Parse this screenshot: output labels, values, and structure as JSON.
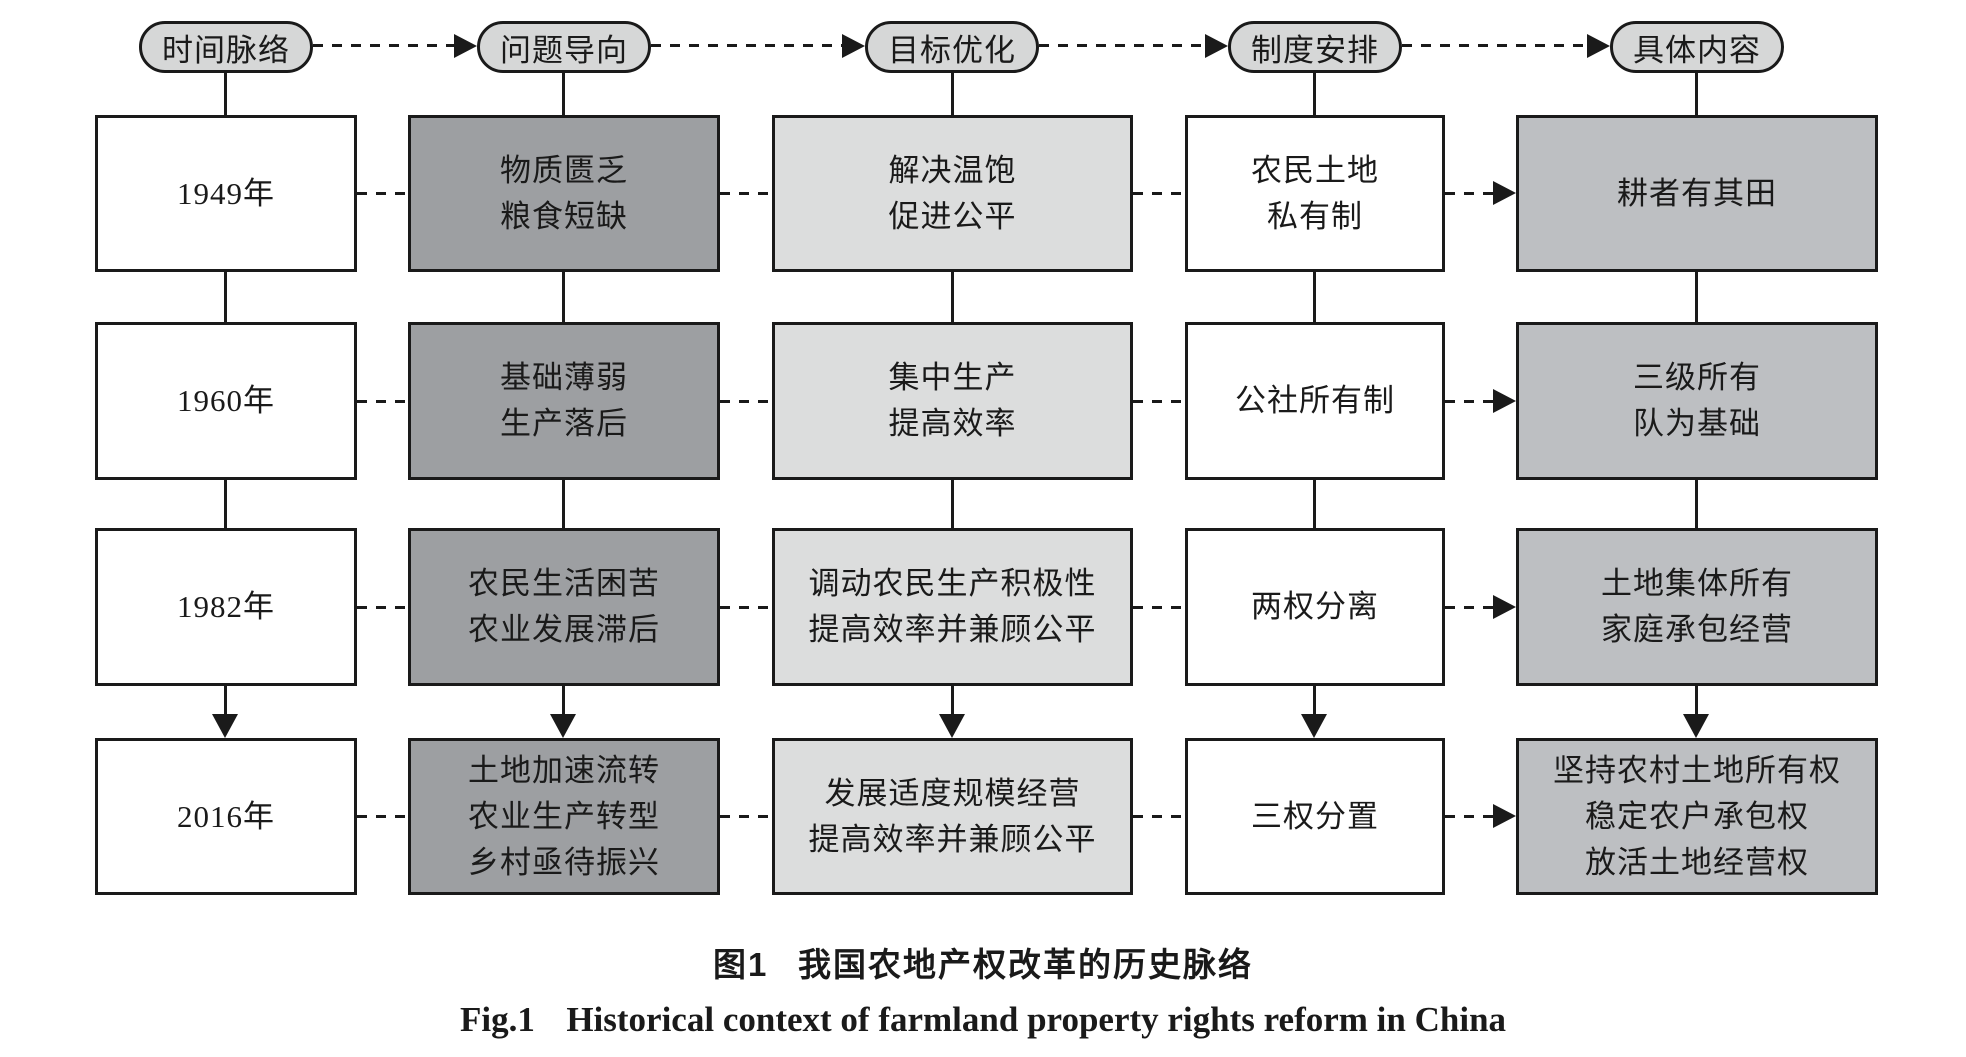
{
  "colors": {
    "line_color": "#1a1a1a",
    "pill_fill": "#d6d7d7",
    "problem_fill": "#9d9fa2",
    "goal_fill": "#dcdddd",
    "institution_fill": "#ffffff",
    "content_fill": "#bdbfc2"
  },
  "headers": [
    {
      "label": "时间脉络"
    },
    {
      "label": "问题导向"
    },
    {
      "label": "目标优化"
    },
    {
      "label": "制度安排"
    },
    {
      "label": "具体内容"
    }
  ],
  "rows": [
    {
      "year": "1949年",
      "problem": "物质匮乏\n粮食短缺",
      "goal": "解决温饱\n促进公平",
      "institution": "农民土地\n私有制",
      "content": "耕者有其田"
    },
    {
      "year": "1960年",
      "problem": "基础薄弱\n生产落后",
      "goal": "集中生产\n提高效率",
      "institution": "公社所有制",
      "content": "三级所有\n队为基础"
    },
    {
      "year": "1982年",
      "problem": "农民生活困苦\n农业发展滞后",
      "goal": "调动农民生产积极性\n提高效率并兼顾公平",
      "institution": "两权分离",
      "content": "土地集体所有\n家庭承包经营"
    },
    {
      "year": "2016年",
      "problem": "土地加速流转\n农业生产转型\n乡村亟待振兴",
      "goal": "发展适度规模经营\n提高效率并兼顾公平",
      "institution": "三权分置",
      "content": "坚持农村土地所有权\n稳定农户承包权\n放活土地经营权"
    }
  ],
  "caption_zh": {
    "label": "图1",
    "text": "我国农地产权改革的历史脉络"
  },
  "caption_en": {
    "label": "Fig.1",
    "text": "Historical context of farmland property rights reform in China"
  }
}
